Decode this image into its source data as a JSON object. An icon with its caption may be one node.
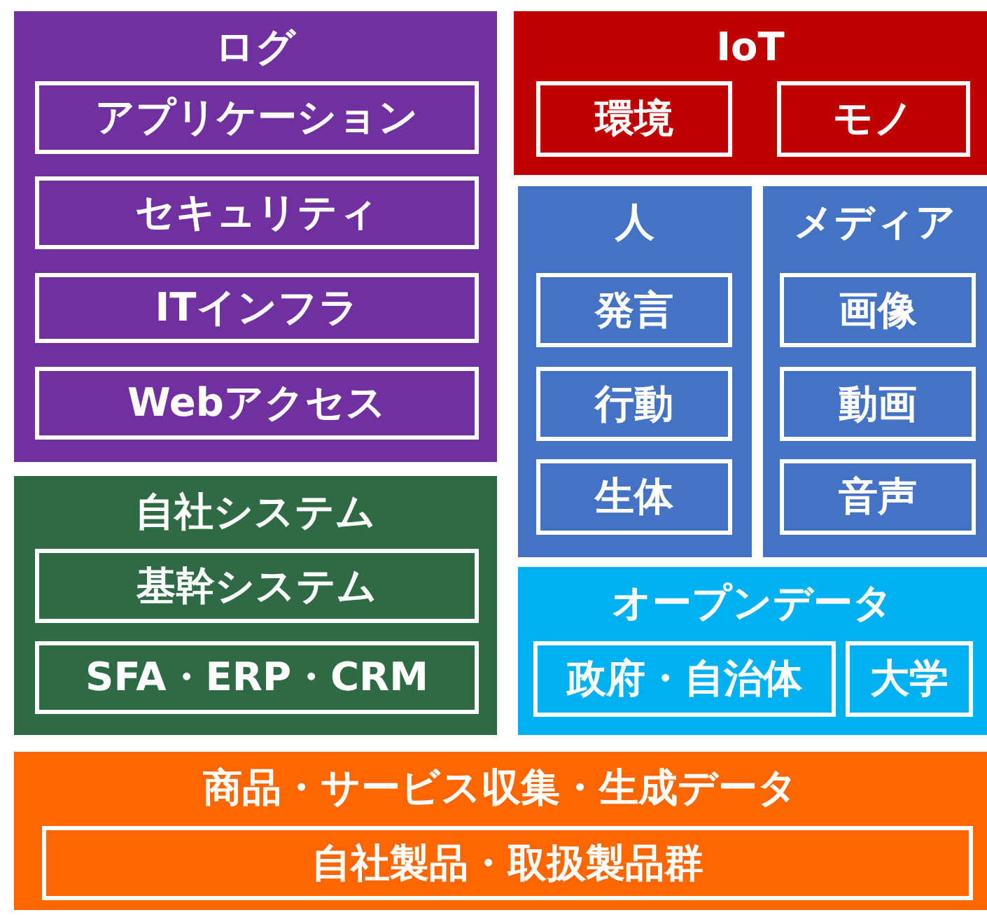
{
  "diagram": {
    "nodes": [
      {
        "text": [
          "ログ"
        ]
      },
      {
        "text": [
          "アプリケーション"
        ],
        "in": 0
      },
      {
        "text": [
          "セキュリティ"
        ],
        "in": 0
      },
      {
        "text": [
          "ITインフラ"
        ],
        "in": 0
      },
      {
        "text": [
          "Webアクセス"
        ],
        "in": 0
      },
      {
        "text": [
          "IoT"
        ]
      },
      {
        "text": [
          "環境"
        ],
        "in": 5
      },
      {
        "text": [
          "モノ"
        ],
        "in": 5
      },
      {
        "text": [
          "人"
        ]
      },
      {
        "text": [
          "発言"
        ],
        "in": 8
      },
      {
        "text": [
          "行動"
        ],
        "in": 8
      },
      {
        "text": [
          "生体"
        ],
        "in": 8
      },
      {
        "text": [
          "メディア"
        ]
      },
      {
        "text": [
          "画像"
        ],
        "in": 12
      },
      {
        "text": [
          "動画"
        ],
        "in": 12
      },
      {
        "text": [
          "音声"
        ],
        "in": 12
      },
      {
        "text": [
          "自社システム"
        ]
      },
      {
        "text": [
          "基幹システム"
        ],
        "in": 16
      },
      {
        "text": [
          "SFA・ERP・CRM"
        ],
        "in": 16
      },
      {
        "text": [
          "オープンデータ"
        ]
      },
      {
        "text": [
          "政府・自治体"
        ],
        "in": 19
      },
      {
        "text": [
          "大学"
        ],
        "in": 19
      },
      {
        "text": [
          "商品・サービス収集・生成データ"
        ]
      },
      {
        "text": [
          "自社製品・取扱製品群"
        ],
        "in": 22
      }
    ]
  }
}
